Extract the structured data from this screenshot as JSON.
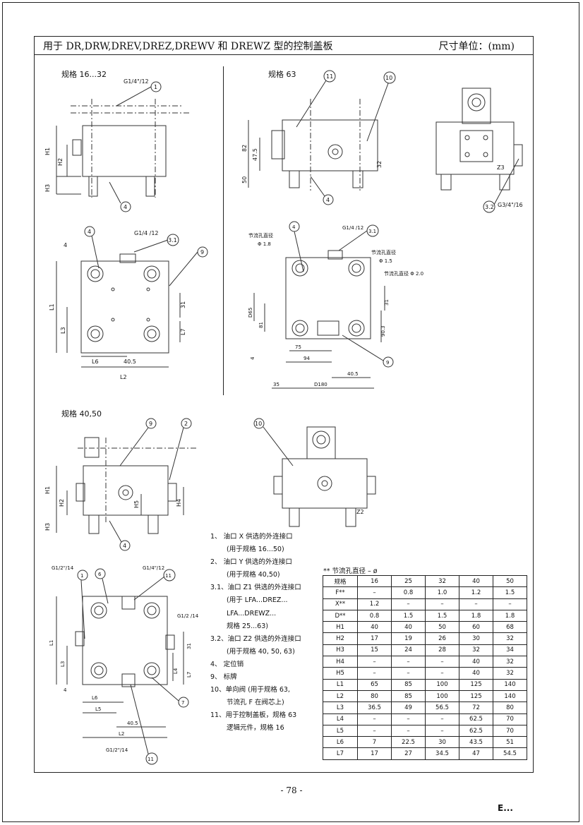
{
  "header": {
    "title": "用于 DR,DRW,DREV,DREZ,DREWV 和 DREWZ 型的控制盖板",
    "unit": "尺寸单位：(mm)"
  },
  "sections": {
    "size_16_32": "规格 16...32",
    "size_63": "规格 63",
    "size_40_50": "规格 40,50"
  },
  "drawings": {
    "size_16_32_top": {
      "callouts": [
        "1",
        "4"
      ],
      "ports": "G1/4\"/12",
      "dims": [
        "H1",
        "H2",
        "H3"
      ]
    },
    "size_16_32_plan": {
      "callouts": [
        "4",
        "3.1",
        "9"
      ],
      "port": "G1/4 /12",
      "dims": [
        "4",
        "L1",
        "L3",
        "L6",
        "40.5",
        "L2",
        "31",
        "L7"
      ]
    },
    "size_63_top": {
      "callouts": [
        "11",
        "10",
        "4"
      ],
      "dims": [
        "82",
        "47.5",
        "50",
        "32"
      ]
    },
    "size_63_side": {
      "callouts": [
        "3.2"
      ],
      "port": "G3/4\"/16",
      "label": "Z3"
    },
    "size_63_plan": {
      "callouts": [
        "4",
        "3.1",
        "9"
      ],
      "port": "G1/4 /12",
      "notes": [
        "节流孔直径",
        "Φ 1.8",
        "节流孔直径",
        "Φ 1.5",
        "节流孔直径 Φ 2.0"
      ],
      "dims": [
        "D65",
        "81",
        "4",
        "31",
        "90.3",
        "75",
        "94",
        "40.5",
        "35",
        "D180"
      ]
    },
    "size_40_50_top": {
      "callouts": [
        "9",
        "2",
        "4"
      ],
      "dims": [
        "H1",
        "H2",
        "H5",
        "H4",
        "H3"
      ]
    },
    "size_40_50_side": {
      "callouts": [
        "10"
      ],
      "label": "Z2"
    },
    "size_40_50_plan": {
      "callouts": [
        "1",
        "6",
        "11",
        "7",
        "11"
      ],
      "ports": [
        "G1/2\"/14",
        "G1/4\"/12",
        "G1/2 /14",
        "G1/2\"/14"
      ],
      "dims": [
        "L1",
        "L3",
        "4",
        "L6",
        "L5",
        "40.5",
        "L2",
        "31",
        "L4",
        "L7"
      ]
    }
  },
  "notes": [
    {
      "text": "1、  油口 X 供选的外连接口",
      "sub": false
    },
    {
      "text": "(用于规格 16...50)",
      "sub": true
    },
    {
      "text": "2、  油口 Y 供选的外连接口",
      "sub": false
    },
    {
      "text": "(用于规格 40,50)",
      "sub": true
    },
    {
      "text": "3.1、油口 Z1 供选的外连接口",
      "sub": false
    },
    {
      "text": "(用于 LFA...DREZ...",
      "sub": true
    },
    {
      "text": "LFA...DREWZ...",
      "sub": true
    },
    {
      "text": "规格 25...63)",
      "sub": true
    },
    {
      "text": "3.2、油口 Z2 供选的外连接口",
      "sub": false
    },
    {
      "text": "(用于规格 40, 50, 63)",
      "sub": true
    },
    {
      "text": "4、   定位销",
      "sub": false
    },
    {
      "text": "9、   标牌",
      "sub": false
    },
    {
      "text": "10、单向阀 (用于规格 63,",
      "sub": false
    },
    {
      "text": "节流孔 F 在阀芯上)",
      "sub": true
    },
    {
      "text": "11、用于控制盖板，规格 63",
      "sub": false
    },
    {
      "text": "逻辑元件，规格 16",
      "sub": true
    }
  ],
  "table": {
    "caption": "** 节流孔直径 – ø",
    "header": [
      "规格",
      "16",
      "25",
      "32",
      "40",
      "50"
    ],
    "rows": [
      [
        "F**",
        "–",
        "0.8",
        "1.0",
        "1.2",
        "1.5"
      ],
      [
        "X**",
        "1.2",
        "–",
        "–",
        "–",
        "–"
      ],
      [
        "D**",
        "0.8",
        "1.5",
        "1.5",
        "1.8",
        "1.8"
      ],
      [
        "H1",
        "40",
        "40",
        "50",
        "60",
        "68"
      ],
      [
        "H2",
        "17",
        "19",
        "26",
        "30",
        "32"
      ],
      [
        "H3",
        "15",
        "24",
        "28",
        "32",
        "34"
      ],
      [
        "H4",
        "–",
        "–",
        "–",
        "40",
        "32"
      ],
      [
        "H5",
        "–",
        "–",
        "–",
        "40",
        "32"
      ],
      [
        "L1",
        "65",
        "85",
        "100",
        "125",
        "140"
      ],
      [
        "L2",
        "80",
        "85",
        "100",
        "125",
        "140"
      ],
      [
        "L3",
        "36.5",
        "49",
        "56.5",
        "72",
        "80"
      ],
      [
        "L4",
        "–",
        "–",
        "–",
        "62.5",
        "70"
      ],
      [
        "L5",
        "–",
        "–",
        "–",
        "62.5",
        "70"
      ],
      [
        "L6",
        "7",
        "22.5",
        "30",
        "43.5",
        "51"
      ],
      [
        "L7",
        "17",
        "27",
        "34.5",
        "47",
        "54.5"
      ]
    ]
  },
  "footer": {
    "page": "- 78 -",
    "mark": "E..."
  }
}
